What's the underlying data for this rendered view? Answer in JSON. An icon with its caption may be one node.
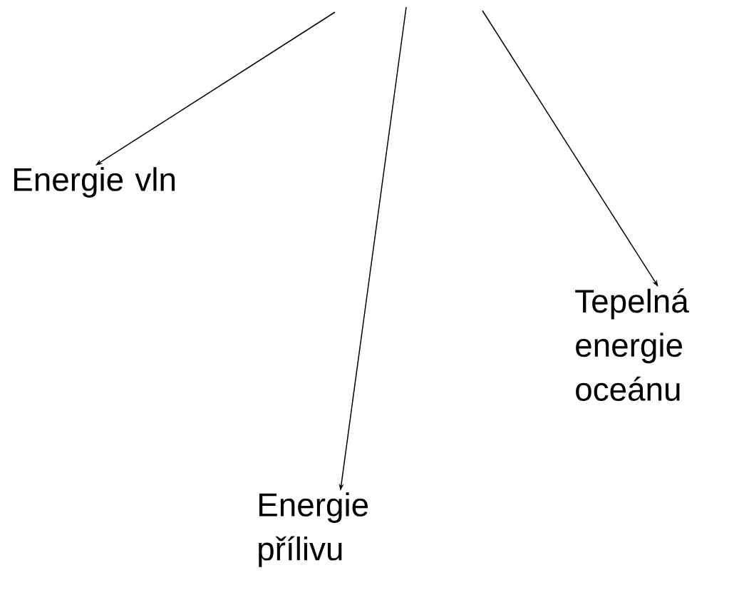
{
  "diagram": {
    "nodes": [
      {
        "text": [
          "Energie vln"
        ]
      },
      {
        "text": [
          "Energie přílivu"
        ]
      },
      {
        "text": [
          "Tepelná energie oceánu"
        ]
      }
    ],
    "edges": [
      {
        "from": null,
        "to": 0,
        "arrow": "to"
      },
      {
        "from": null,
        "to": 1,
        "arrow": "to"
      },
      {
        "from": null,
        "to": 2,
        "arrow": "to"
      }
    ]
  }
}
